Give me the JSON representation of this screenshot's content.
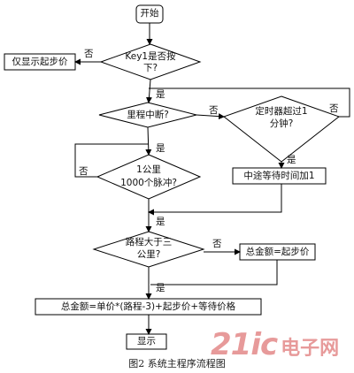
{
  "nodes": {
    "start": "开始",
    "key1_line1": "Key1是否按",
    "key1_line2": "下?",
    "show_base": "仅显示起步价",
    "mile_interrupt": "里程中断?",
    "timer_line1": "定时器超过1",
    "timer_line2": "分钟?",
    "pulse_line1": "1公里",
    "pulse_line2": "1000个脉冲?",
    "wait_add": "中途等待时间加1",
    "dist_line1": "路程大于三",
    "dist_line2": "公里?",
    "total_base": "总金额=起步价",
    "total_formula": "总金额=单价*(路程-3)+起步价+等待价格",
    "display": "显示"
  },
  "labels": {
    "yes": "是",
    "no": "否"
  },
  "watermark": {
    "part1": "21ic",
    "part2": "电子网"
  },
  "caption": "图2 系统主程序流程图"
}
